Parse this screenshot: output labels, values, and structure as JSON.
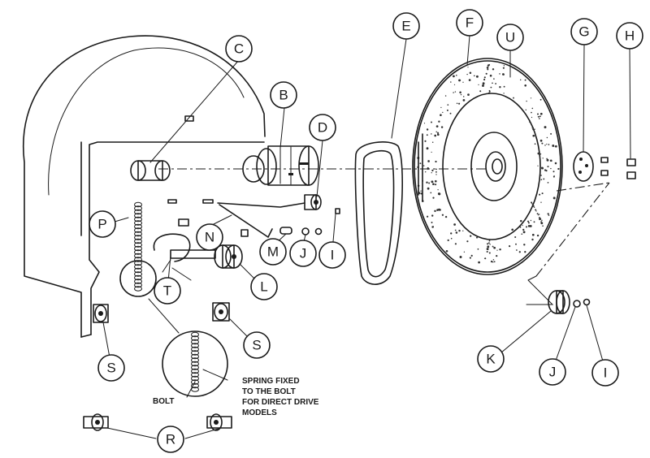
{
  "callouts": {
    "b": "B",
    "c": "C",
    "d": "D",
    "e": "E",
    "f": "F",
    "u": "U",
    "g": "G",
    "h": "H",
    "p": "P",
    "n": "N",
    "m": "M",
    "j_upper": "J",
    "i_upper": "I",
    "l": "L",
    "t": "T",
    "s_left": "S",
    "s_right": "S",
    "r": "R",
    "k": "K",
    "j_lower": "J",
    "i_lower": "I"
  },
  "notes": {
    "bolt": "BOLT",
    "spring_line1": "SPRING FIXED",
    "spring_line2": "TO THE BOLT",
    "spring_line3": "FOR DIRECT DRIVE",
    "spring_line4": "MODELS"
  }
}
